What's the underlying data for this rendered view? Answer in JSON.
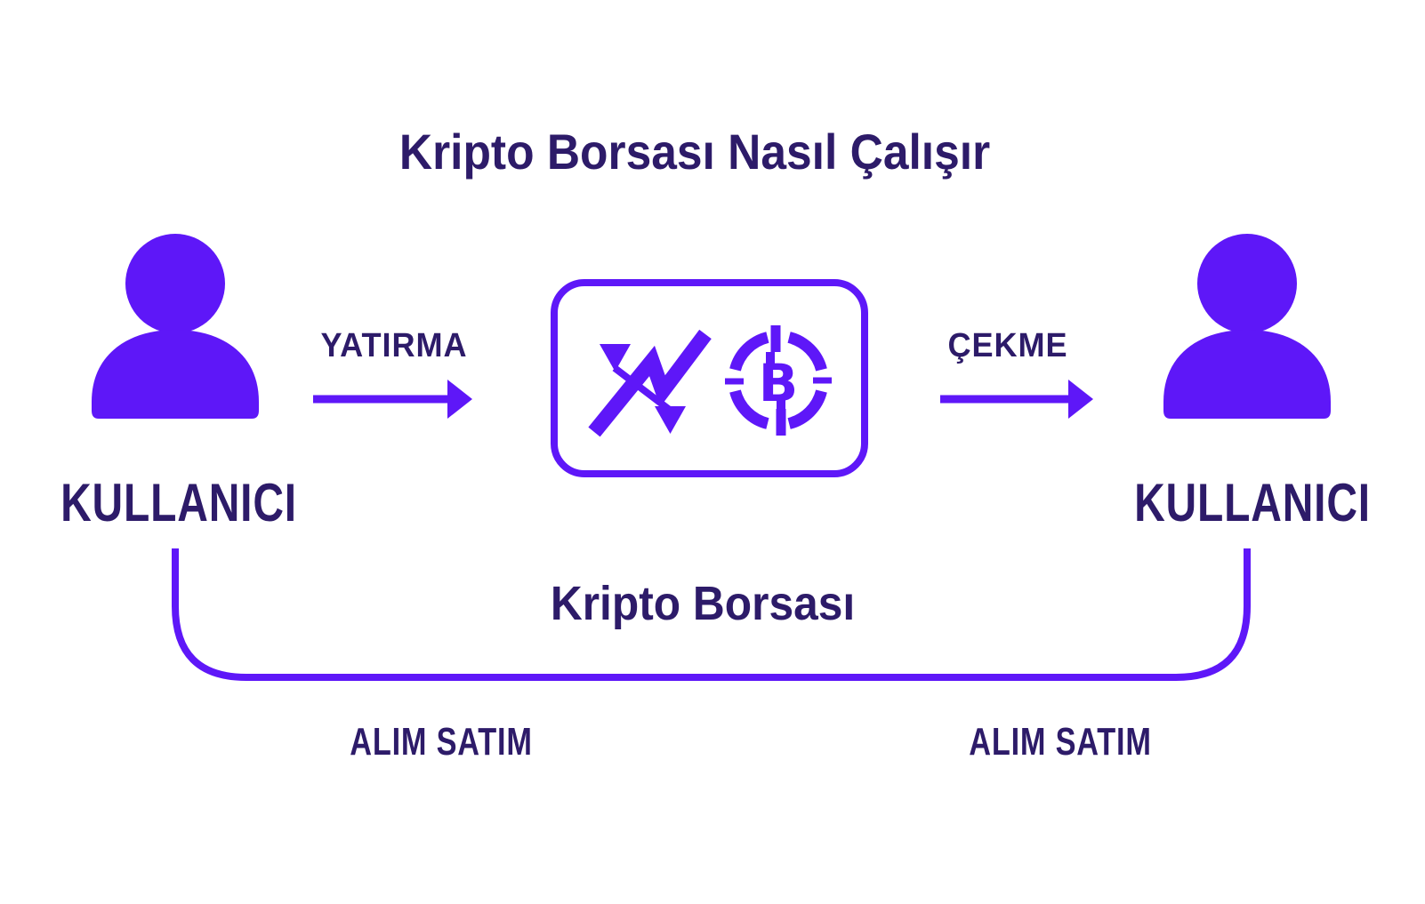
{
  "title": "Kripto Borsası Nasıl Çalışır",
  "users": {
    "left_label": "KULLANICI",
    "right_label": "KULLANICI"
  },
  "flows": {
    "deposit_label": "YATIRMA",
    "withdraw_label": "ÇEKME"
  },
  "exchange_box": {
    "chart_icon": "trend-arrows-icon",
    "coin_icon": "bitcoin-coin-icon",
    "bitcoin_symbol": "B"
  },
  "bottom_loop": {
    "exchange_label": "Kripto Borsası",
    "left_trade_label": "ALIM SATIM",
    "right_trade_label": "ALIM SATIM"
  },
  "colors": {
    "accent_violet": "#5e17f8",
    "text_navy": "#2d1b69",
    "background": "#ffffff"
  }
}
